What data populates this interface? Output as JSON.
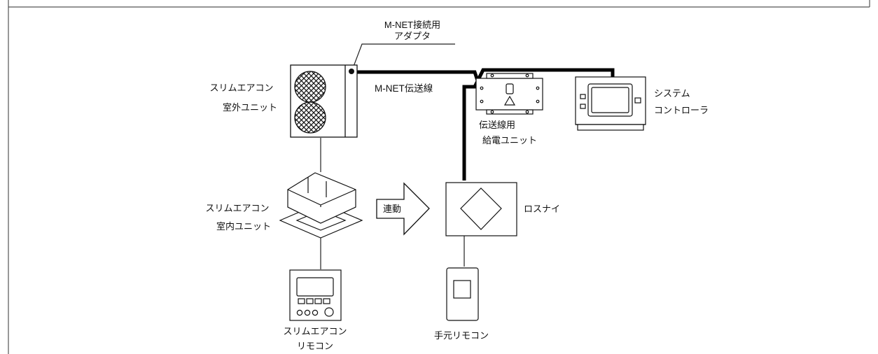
{
  "labels": {
    "adapter_line1": "M-NET接続用",
    "adapter_line2": "アダプタ",
    "outdoor_line1": "スリムエアコン",
    "outdoor_line2": "室外ユニット",
    "mnet_line": "M-NET伝送線",
    "power_line1": "伝送線用",
    "power_line2": "給電ユニット",
    "system_line1": "システム",
    "system_line2": "コントローラ",
    "indoor_line1": "スリムエアコン",
    "indoor_line2": "室内ユニット",
    "link": "連動",
    "lossnay": "ロスナイ",
    "remote_line1": "スリムエアコン",
    "remote_line2": "リモコン",
    "hand_remote": "手元リモコン"
  }
}
